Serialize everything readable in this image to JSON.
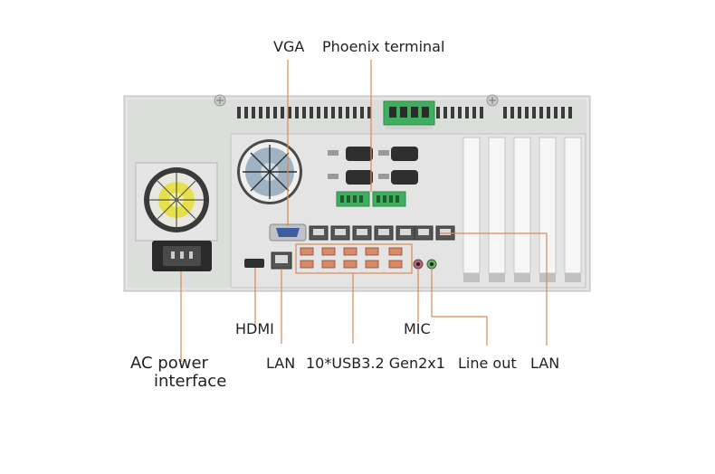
{
  "labels": {
    "vga": "VGA",
    "phoenix": "Phoenix terminal",
    "hdmi": "HDMI",
    "mic": "MIC",
    "ac_line1": "AC power",
    "ac_line2": "interface",
    "lan_left": "LAN",
    "usb": "10*USB3.2 Gen2x1",
    "line_out": "Line out",
    "lan_right": "LAN"
  },
  "colors": {
    "chassis": "#dcdedc",
    "leader_line": "#d98a55",
    "usb_port": "#d98a68",
    "terminal_green": "#3fae5f",
    "vga_blue": "#3d5e9e"
  },
  "counts": {
    "usb_ports": 10,
    "lan_ports": 7,
    "expansion_slots": 5
  }
}
